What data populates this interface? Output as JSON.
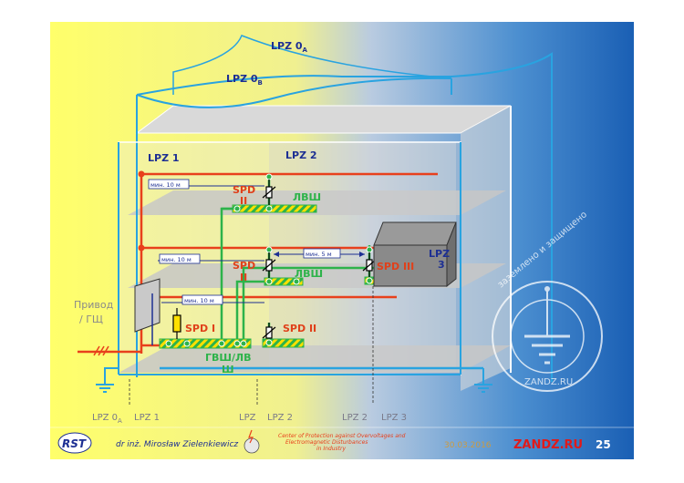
{
  "zones": {
    "lpz0a": "LPZ 0",
    "lpz0a_sub": "A",
    "lpz0b": "LPZ 0",
    "lpz0b_sub": "B",
    "lpz1": "LPZ 1",
    "lpz2": "LPZ 2",
    "lpz3a": "LPZ",
    "lpz3b": "3"
  },
  "devices": {
    "spd2_top_a": "SPD",
    "spd2_top_b": "II",
    "spd2_mid_a": "SPD",
    "spd2_mid_b": "II",
    "spd3": "SPD III",
    "spd1": "SPD I",
    "spd2_bottom": "SPD II"
  },
  "labels": {
    "lvsh_top": "ЛВШ",
    "lvsh_mid": "ЛВШ",
    "gvsh_a": "ГВШ/ЛВ",
    "gvsh_b": "Ш",
    "privod_a": "Привод",
    "privod_b": "/ ГЩ"
  },
  "distances": {
    "d_top": "мин. 10 м",
    "d_mid": "мин. 10 м",
    "d_low": "мин. 10 м",
    "d_box": "мин. 5 м"
  },
  "boundaries": {
    "b1": "LPZ 0",
    "b1_sub": "A",
    "b2": "LPZ 1",
    "b3": "LPZ",
    "b4": "LPZ 2",
    "b5": "LPZ 2",
    "b6": "LPZ 3"
  },
  "watermark": {
    "ring_text": "заземлено и защищено",
    "site": "ZANDZ.RU"
  },
  "footer": {
    "author": "dr inż. Mirosław Zielenkiewicz",
    "center_line1": "Center of Protection against Overvoltages and",
    "center_line2": "Electromagnetic Disturbances",
    "center_line3": "in Industry",
    "date": "30.03.2016",
    "brand": "ZANDZ.RU",
    "page": "25",
    "logo": "RST"
  },
  "colors": {
    "power": "#e8401c",
    "data": "#2db34a",
    "zone_lines": "#29a3e0",
    "label_blue": "#1d2f93",
    "spd_label": "#e0401a",
    "bg_left": "#ffff66",
    "bg_right": "#1c63b8"
  }
}
